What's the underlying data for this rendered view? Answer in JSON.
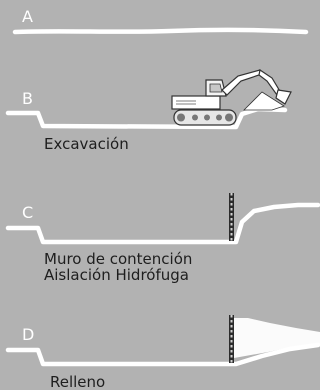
{
  "stages": [
    {
      "letter": "A",
      "captions": []
    },
    {
      "letter": "B",
      "captions": [
        "Excavación"
      ]
    },
    {
      "letter": "C",
      "captions": [
        "Muro de contención",
        "Aislación Hidrófuga"
      ]
    },
    {
      "letter": "D",
      "captions": [
        "Relleno"
      ]
    }
  ],
  "colors": {
    "background": "#b2b2b2",
    "ground": "#ffffff",
    "wall": "#2b2b2b",
    "text": "#1e1e1e"
  },
  "icons": [
    "excavator-icon"
  ]
}
